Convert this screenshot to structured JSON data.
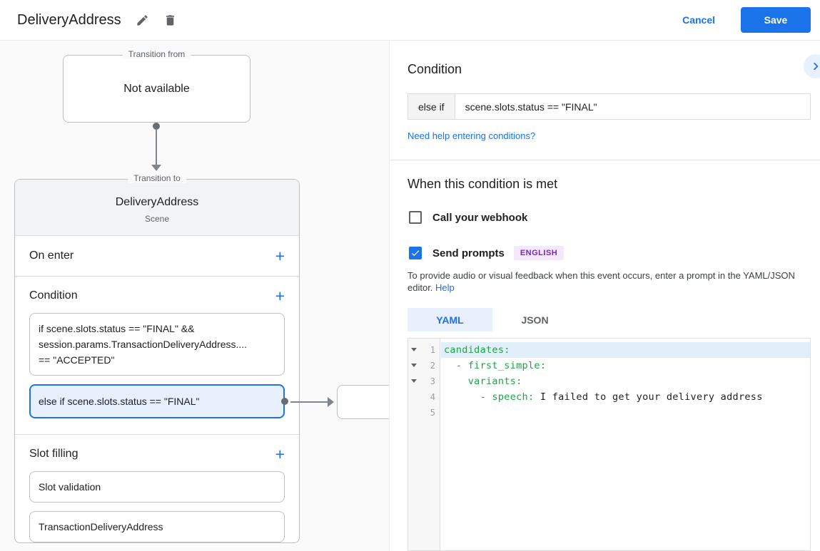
{
  "colors": {
    "accent_blue": "#1a73e8",
    "selected_bg": "#e8f0fe",
    "code_green": "#1ea446",
    "badge_purple_text": "#7627bb",
    "badge_purple_bg": "#f3e8fd"
  },
  "icons": {
    "edit": "pencil-icon",
    "delete": "trash-icon",
    "collapse": "chevron-right-icon",
    "add_plus": "+",
    "checked": "checkmark-icon"
  },
  "header": {
    "title": "DeliveryAddress",
    "cancel_label": "Cancel",
    "save_label": "Save"
  },
  "canvas": {
    "transition_from": {
      "legend": "Transition from",
      "content": "Not available"
    },
    "scene_card": {
      "legend": "Transition to",
      "title": "DeliveryAddress",
      "subtitle": "Scene",
      "on_enter_label": "On enter",
      "condition": {
        "label": "Condition",
        "items": [
          {
            "text": "if scene.slots.status == \"FINAL\" &&\nsession.params.TransactionDeliveryAddress....\n== \"ACCEPTED\"",
            "selected": false
          },
          {
            "text": "else if scene.slots.status == \"FINAL\"",
            "selected": true
          }
        ]
      },
      "slot_filling": {
        "label": "Slot filling",
        "items": [
          "Slot validation",
          "TransactionDeliveryAddress"
        ]
      }
    }
  },
  "panel": {
    "title": "Condition",
    "condition_row": {
      "prefix": "else if",
      "value": "scene.slots.status == \"FINAL\""
    },
    "help_link": "Need help entering conditions?",
    "section_title": "When this condition is met",
    "webhook": {
      "label": "Call your webhook",
      "checked": false
    },
    "prompts": {
      "label": "Send prompts",
      "checked": true,
      "badge": "ENGLISH"
    },
    "description_text": "To provide audio or visual feedback when this event occurs, enter a prompt in the YAML/JSON editor.",
    "description_link": "Help",
    "tabs": [
      {
        "label": "YAML",
        "active": true
      },
      {
        "label": "JSON",
        "active": false
      }
    ],
    "editor": {
      "lines": [
        {
          "num": "1",
          "fold": true,
          "highlight": true,
          "green": "candidates:",
          "plain": ""
        },
        {
          "num": "2",
          "fold": true,
          "highlight": false,
          "green": "  - first_simple:",
          "plain": ""
        },
        {
          "num": "3",
          "fold": true,
          "highlight": false,
          "green": "    variants:",
          "plain": ""
        },
        {
          "num": "4",
          "fold": false,
          "highlight": false,
          "green": "      - speech: ",
          "plain": "I failed to get your delivery address"
        },
        {
          "num": "5",
          "fold": false,
          "highlight": false,
          "green": "",
          "plain": ""
        }
      ]
    }
  }
}
